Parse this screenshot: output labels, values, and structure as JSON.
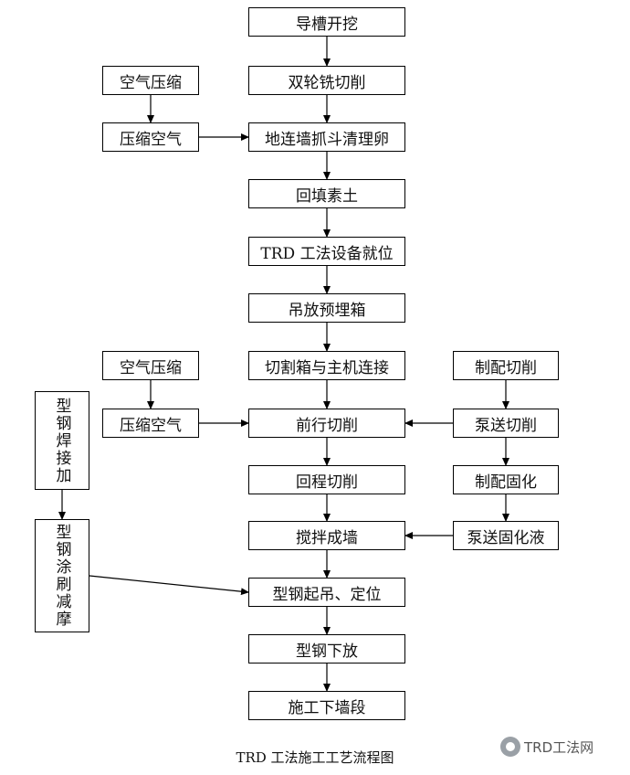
{
  "diagram": {
    "nodes": [
      {
        "id": "n1",
        "label": "导槽开挖"
      },
      {
        "id": "n2",
        "label": "双轮铣切削"
      },
      {
        "id": "n3",
        "label": "地连墙抓斗清理卵"
      },
      {
        "id": "n4",
        "label": "回填素土"
      },
      {
        "id": "n5",
        "label": "TRD 工法设备就位"
      },
      {
        "id": "n6",
        "label": "吊放预埋箱"
      },
      {
        "id": "n7",
        "label": "切割箱与主机连接"
      },
      {
        "id": "n8",
        "label": "前行切削"
      },
      {
        "id": "n9",
        "label": "回程切削"
      },
      {
        "id": "n10",
        "label": "搅拌成墙"
      },
      {
        "id": "n11",
        "label": "型钢起吊、定位"
      },
      {
        "id": "n12",
        "label": "型钢下放"
      },
      {
        "id": "n13",
        "label": "施工下墙段"
      },
      {
        "id": "a1",
        "label": "空气压缩"
      },
      {
        "id": "a2",
        "label": "压缩空气"
      },
      {
        "id": "a3",
        "label": "空气压缩"
      },
      {
        "id": "a4",
        "label": "压缩空气"
      },
      {
        "id": "r1",
        "label": "制配切削"
      },
      {
        "id": "r2",
        "label": "泵送切削"
      },
      {
        "id": "r3",
        "label": "制配固化"
      },
      {
        "id": "r4",
        "label": "泵送固化液"
      },
      {
        "id": "s1",
        "label": "型钢焊接加"
      },
      {
        "id": "s2",
        "label": "型钢涂刷减摩"
      }
    ],
    "edges": [
      {
        "from": "n1",
        "to": "n2"
      },
      {
        "from": "n2",
        "to": "n3"
      },
      {
        "from": "n3",
        "to": "n4"
      },
      {
        "from": "n4",
        "to": "n5"
      },
      {
        "from": "n5",
        "to": "n6"
      },
      {
        "from": "n6",
        "to": "n7"
      },
      {
        "from": "n7",
        "to": "n8"
      },
      {
        "from": "n8",
        "to": "n9"
      },
      {
        "from": "n9",
        "to": "n10"
      },
      {
        "from": "n10",
        "to": "n11"
      },
      {
        "from": "n11",
        "to": "n12"
      },
      {
        "from": "n12",
        "to": "n13"
      },
      {
        "from": "a1",
        "to": "a2"
      },
      {
        "from": "a2",
        "to": "n3"
      },
      {
        "from": "a3",
        "to": "a4"
      },
      {
        "from": "a4",
        "to": "n8"
      },
      {
        "from": "r1",
        "to": "r2"
      },
      {
        "from": "r2",
        "to": "n8"
      },
      {
        "from": "r2",
        "to": "r3"
      },
      {
        "from": "r3",
        "to": "r4"
      },
      {
        "from": "r4",
        "to": "n10"
      },
      {
        "from": "s1",
        "to": "s2"
      },
      {
        "from": "s2",
        "to": "n11"
      }
    ]
  },
  "caption": "TRD 工法施工工艺流程图",
  "watermark": {
    "text": "TRD工法网",
    "icon": "wechat-logo-icon"
  }
}
